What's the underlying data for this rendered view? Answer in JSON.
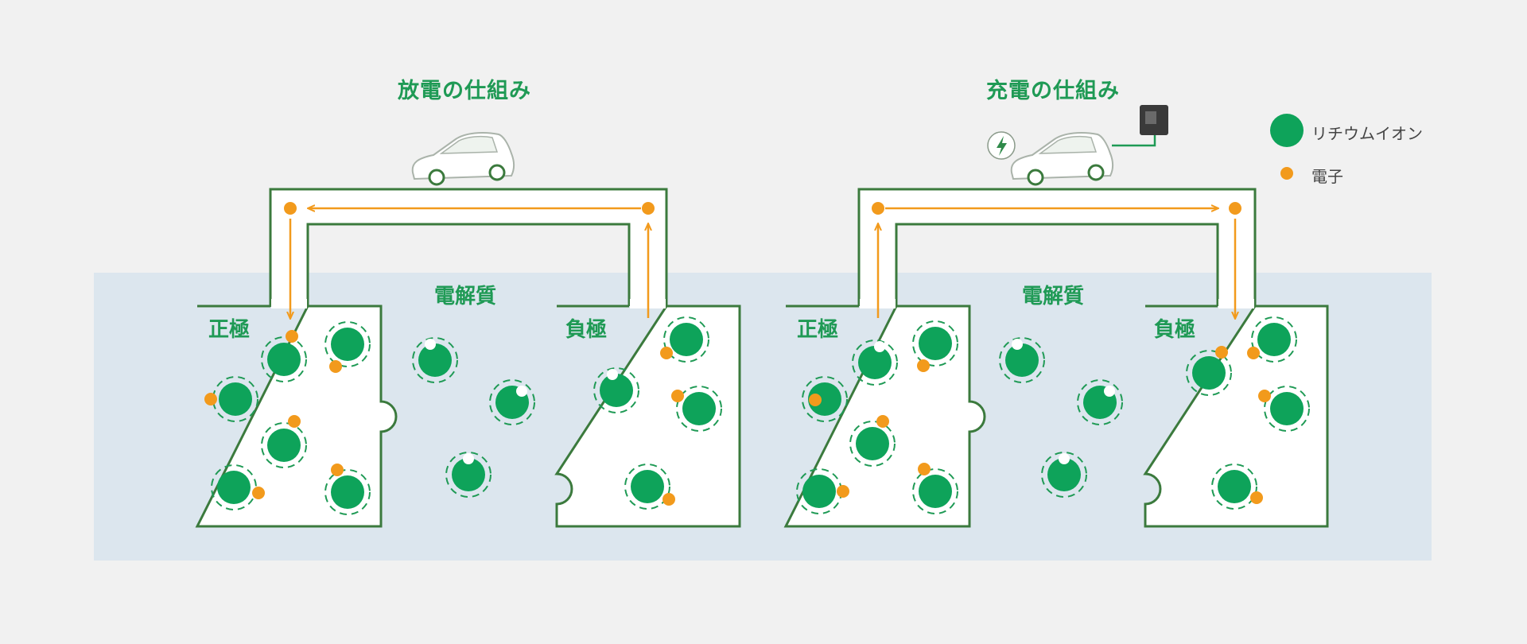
{
  "discharge": {
    "title": "放電の仕組み",
    "electrolyte_label": "電解質",
    "positive_label": "正極",
    "negative_label": "負極"
  },
  "charge": {
    "title": "充電の仕組み",
    "electrolyte_label": "電解質",
    "positive_label": "正極",
    "negative_label": "負極"
  },
  "legend": {
    "lithium_ion": "リチウムイオン",
    "electron": "電子"
  },
  "colors": {
    "ion_green": "#0ea35a",
    "electron_orange": "#f29a1c",
    "frame_green": "#3b7a3d",
    "electrolyte_blue": "#dce6ee",
    "title_green": "#1f9a55"
  },
  "icons": [
    "car-icon",
    "charger-icon",
    "lightning-icon"
  ]
}
